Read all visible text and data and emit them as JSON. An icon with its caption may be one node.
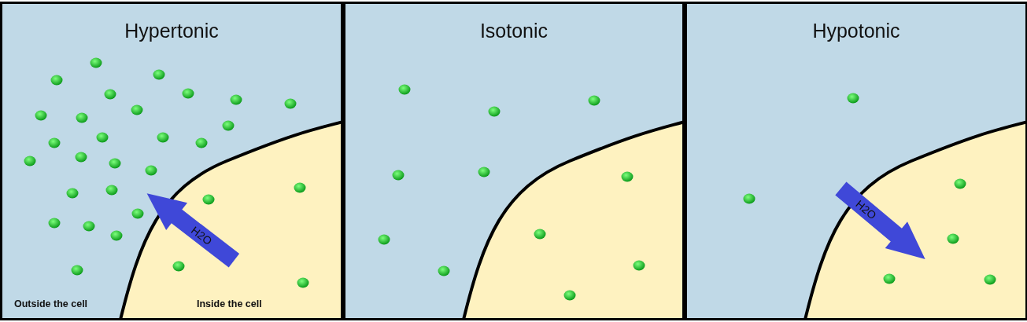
{
  "diagram": {
    "nodes": [
      {
        "text": [
          "Hypertonic"
        ]
      },
      {
        "text": [
          "Isotonic"
        ]
      },
      {
        "text": [
          "Hypotonic"
        ]
      },
      {
        "text": [
          "H2O"
        ],
        "in": 0
      },
      {
        "text": [
          "H2O"
        ],
        "in": 2
      }
    ],
    "labels": [
      "Outside the cell",
      "Inside the cell"
    ]
  }
}
